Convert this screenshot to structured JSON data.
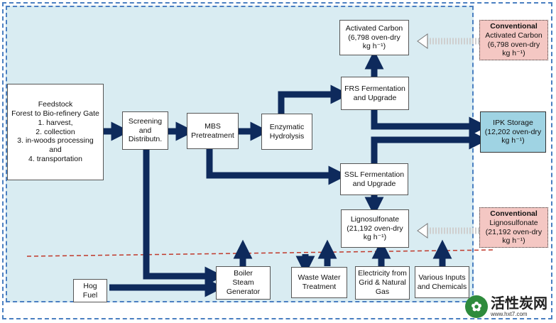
{
  "nodes": {
    "feedstock": "Feedstock\nForest to Bio-refinery Gate\n1. harvest,\n2. collection\n3. in-woods processing\nand\n4. transportation",
    "screening": "Screening\nand\nDistributn.",
    "mbs": "MBS\nPretreatment",
    "enzymatic": "Enzymatic\nHydrolysis",
    "frs": "FRS Fermentation\nand Upgrade",
    "ssl": "SSL Fermentation\nand Upgrade",
    "activated_carbon": "Activated Carbon\n(6,798 oven-dry\nkg h⁻¹)",
    "lignosulfonate": "Lignosulfonate\n(21,192 oven-dry\nkg h⁻¹)",
    "ipk": "IPK Storage\n(12,202 oven-dry\nkg h⁻¹)",
    "conv_ac_header": "Conventional",
    "conv_ac": "Activated Carbon\n(6,798 oven-dry\nkg h⁻¹)",
    "conv_lig_header": "Conventional",
    "conv_lig": "Lignosulfonate\n(21,192 oven-dry\nkg h⁻¹)",
    "hog": "Hog\nFuel",
    "boiler": "Boiler\nSteam\nGenerator",
    "wastewater": "Waste Water\nTreatment",
    "electricity": "Electricity from\nGrid & Natural\nGas",
    "various": "Various Inputs\nand Chemicals"
  },
  "colors": {
    "arrow": "#0e2a5c",
    "boundary": "#4a7fc1",
    "divider": "#c0392b",
    "system_fill": "#d9ecf2",
    "conventional_fill": "#f4c7c3",
    "ipk_fill": "#9fd3e3"
  },
  "watermark": {
    "text": "活性炭网",
    "url": "www.hxt7.com"
  }
}
